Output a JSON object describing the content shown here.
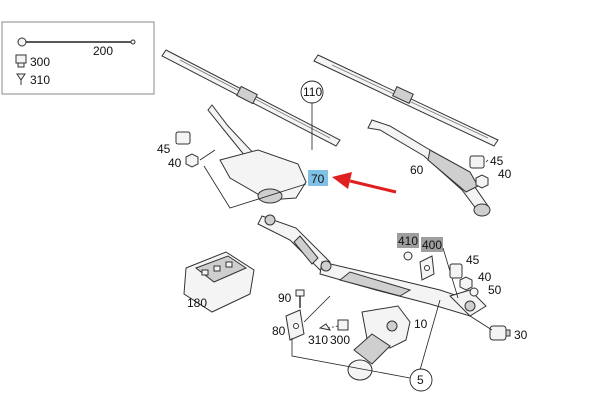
{
  "diagram": {
    "callouts": {
      "c200": "200",
      "c300_inset": "300",
      "c310_inset": "310",
      "c110": "110",
      "c45_left": "45",
      "c40_left": "40",
      "c70": "70",
      "c60": "60",
      "c45_right_top": "45",
      "c40_right_top": "40",
      "c410": "410",
      "c400": "400",
      "c45_right_mid": "45",
      "c40_right_mid": "40",
      "c50": "50",
      "c180": "180",
      "c90": "90",
      "c80": "80",
      "c10": "10",
      "c310": "310",
      "c300": "300",
      "c30": "30",
      "c5": "5"
    },
    "colors": {
      "highlight_selected": "#7fc1e6",
      "highlight_grey": "#9e9e9e",
      "arrow": "#e02020",
      "line": "#222222"
    },
    "icons": {
      "selection-arrow": "red-arrow-icon"
    }
  }
}
